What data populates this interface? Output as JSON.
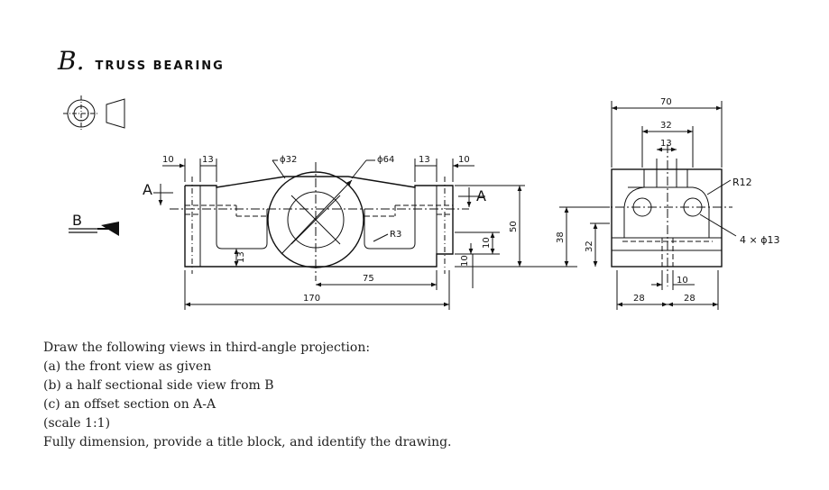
{
  "header": {
    "section_letter": "B.",
    "title": "TRUSS BEARING"
  },
  "icons": {
    "projection_symbol": "third-angle-projection-symbol"
  },
  "labels": {
    "section_a_left": "A",
    "section_a_right": "A",
    "view_b": "B"
  },
  "front_view": {
    "dims": {
      "left_wall": "10",
      "left_boss": "13",
      "right_boss": "13",
      "right_wall": "10",
      "small_dia": "ϕ32",
      "large_dia": "ϕ64",
      "fillet": "R3",
      "base_thk": "13",
      "step_a": "10",
      "step_b": "10",
      "height": "50",
      "half_len": "75",
      "length": "170"
    }
  },
  "side_view": {
    "dims": {
      "width": "70",
      "inner": "32",
      "slot": "13",
      "radius": "R12",
      "holes": "4 × ϕ13",
      "center_h": "38",
      "inner_h": "32",
      "rib": "10",
      "left_offset": "28",
      "right_offset": "28"
    }
  },
  "instructions": {
    "intro": "Draw the following views in third-angle projection:",
    "items": [
      "(a) the front view as given",
      "(b) a half sectional side view from B",
      "(c) an offset section on A-A",
      "(scale 1:1)"
    ],
    "footer": "Fully dimension, provide a title block, and identify the drawing."
  }
}
